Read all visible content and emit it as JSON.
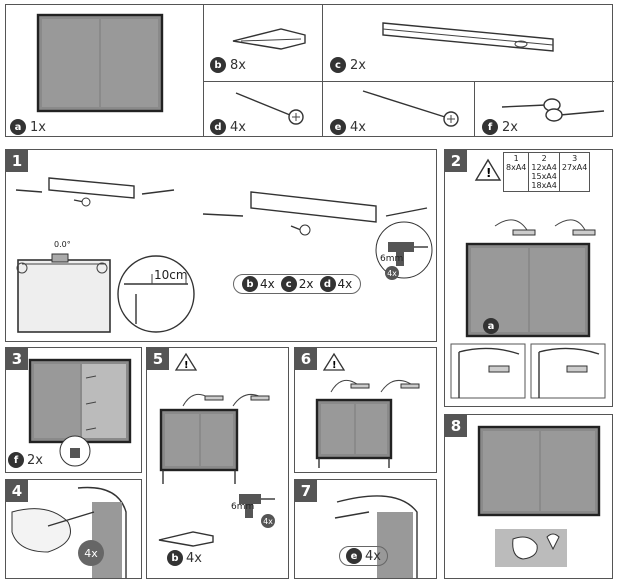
{
  "parts": [
    {
      "letter": "a",
      "qty": "1x",
      "icon": "noticeboard-icon"
    },
    {
      "letter": "b",
      "qty": "8x",
      "icon": "wall-plug-icon"
    },
    {
      "letter": "c",
      "qty": "2x",
      "icon": "mounting-rail-icon"
    },
    {
      "letter": "d",
      "qty": "4x",
      "icon": "short-screw-icon"
    },
    {
      "letter": "e",
      "qty": "4x",
      "icon": "long-screw-icon"
    },
    {
      "letter": "f",
      "qty": "2x",
      "icon": "keys-icon"
    }
  ],
  "steps": {
    "s1": {
      "num": "1",
      "level": "0.0°",
      "distance": "10cm",
      "drill_size": "6mm",
      "drill_qty": "4x",
      "combo": [
        {
          "letter": "b",
          "qty": "4x"
        },
        {
          "letter": "c",
          "qty": "2x"
        },
        {
          "letter": "d",
          "qty": "4x"
        }
      ]
    },
    "s2": {
      "num": "2",
      "part": "a",
      "capacity": [
        {
          "people": "1",
          "value": "8xA4"
        },
        {
          "people": "2",
          "value": "12xA4\n15xA4\n18xA4"
        },
        {
          "people": "3",
          "value": "27xA4"
        }
      ]
    },
    "s3": {
      "num": "3",
      "part": "f",
      "qty": "2x"
    },
    "s4": {
      "num": "4",
      "qty": "4x"
    },
    "s5": {
      "num": "5",
      "drill_size": "6mm",
      "drill_qty": "4x",
      "part": "b",
      "qty": "4x"
    },
    "s6": {
      "num": "6"
    },
    "s7": {
      "num": "7",
      "part": "e",
      "qty": "4x"
    },
    "s8": {
      "num": "8"
    }
  }
}
